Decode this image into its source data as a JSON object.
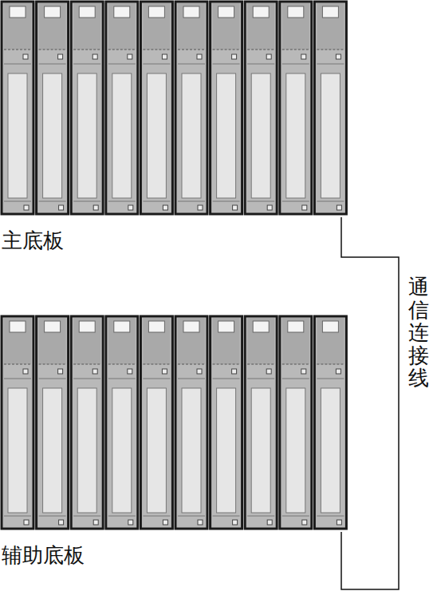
{
  "diagram": {
    "nodes": [
      {
        "text": [
          "主底板"
        ]
      },
      {
        "text": [
          "辅助底板"
        ]
      }
    ],
    "edges": [
      {
        "from": 0,
        "to": 1,
        "arrow": "none",
        "label": "通信连接线"
      }
    ]
  }
}
